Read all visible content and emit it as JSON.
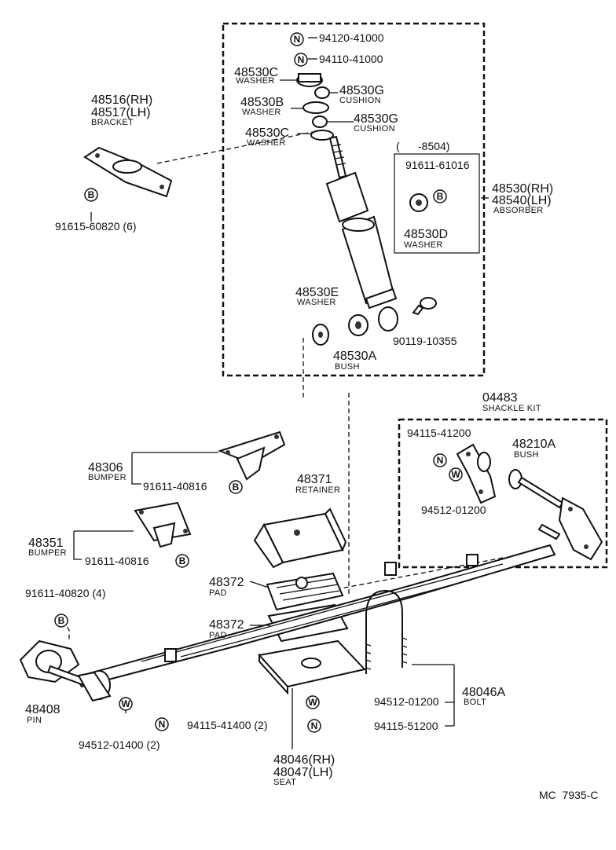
{
  "labels": {
    "n_94120": "94120-41000",
    "n_94110": "94110-41000",
    "washer_c1": "48530C",
    "washer": "WASHER",
    "cushion_g1": "48530G",
    "cushion": "CUSHION",
    "washer_b": "48530B",
    "cushion_g2": "48530G",
    "washer_c2": "48530C",
    "range": "(      -8504)",
    "bolt_91611_61016": "91611-61016",
    "washer_d": "48530D",
    "absorber_rh": "48530(RH)",
    "absorber_lh": "48540(LH)",
    "absorber": "ABSORBER",
    "bracket_rh": "48516(RH)",
    "bracket_lh": "48517(LH)",
    "bracket": "BRACKET",
    "bolt_91615": "91615-60820 (6)",
    "washer_e": "48530E",
    "bush_a": "48530A",
    "bush": "BUSH",
    "bolt_90119": "90119-10355",
    "kit_no": "04483",
    "shackle_kit": "SHACKLE KIT",
    "n_94115_41200": "94115-41200",
    "bush_48210a": "48210A",
    "w_94512_01200_kit": "94512-01200",
    "bumper_48306": "48306",
    "bumper": "BUMPER",
    "bolt_40816_a": "91611-40816",
    "retainer_no": "48371",
    "retainer": "RETAINER",
    "bumper_48351": "48351",
    "bolt_40816_b": "91611-40816",
    "pad_1": "48372",
    "pad": "PAD",
    "pad_2": "48372",
    "bolt_40820": "91611-40820 (4)",
    "pin_no": "48408",
    "pin": "PIN",
    "w_94512_01400": "94512-01400 (2)",
    "n_94115_41400": "94115-41400 (2)",
    "w_94512_01200": "94512-01200",
    "n_94115_51200": "94115-51200",
    "bolt_48046a": "48046A",
    "bolt": "BOLT",
    "seat_rh": "48046(RH)",
    "seat_lh": "48047(LH)",
    "seat": "SEAT",
    "footer": "MC  7935-C"
  },
  "callouts": {
    "N": "N",
    "B": "B",
    "W": "W"
  }
}
